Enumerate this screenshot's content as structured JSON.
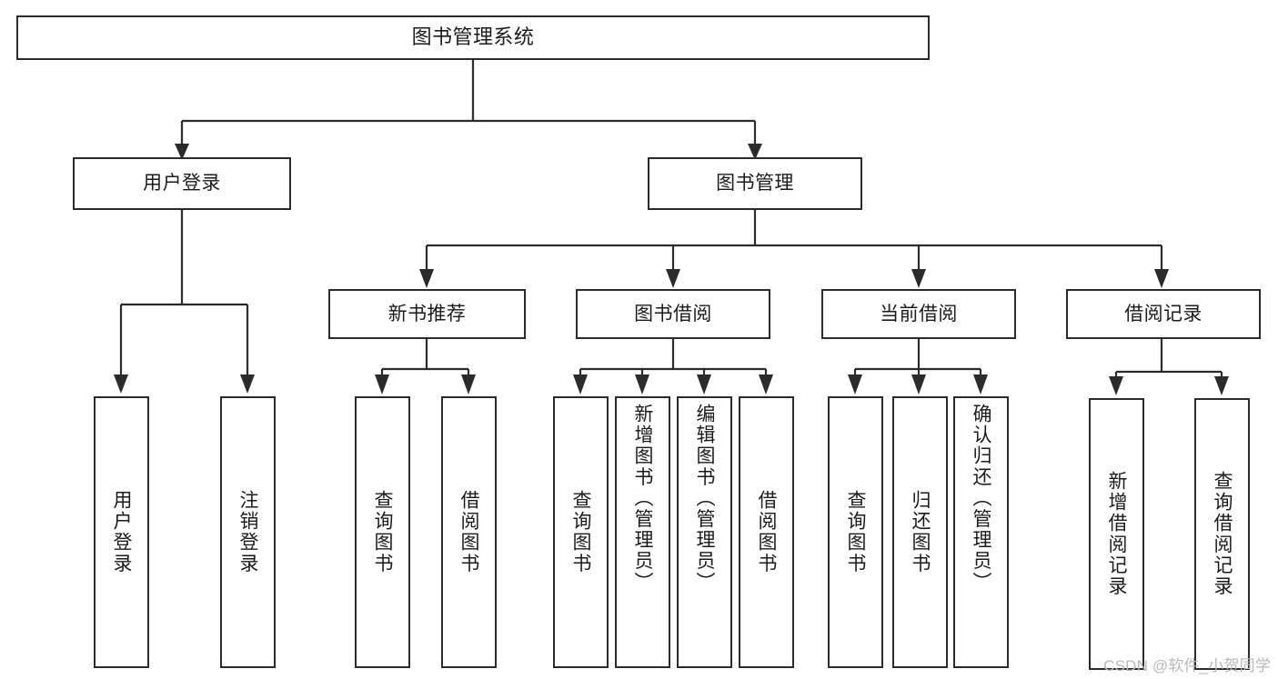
{
  "diagram": {
    "title": "图书管理系统",
    "type": "功能结构图",
    "watermark": "CSDN @软件_小贺同学",
    "colors": {
      "stroke": "#2b2b2b",
      "box_fill": "#ffffff",
      "text": "#1b1b1b",
      "background": "#ffffff",
      "watermark": "#b9b9b9"
    }
  },
  "nodes": {
    "root": {
      "label": "图书管理系统"
    },
    "level2": [
      {
        "id": "user-login",
        "label": "用户登录"
      },
      {
        "id": "book-manage",
        "label": "图书管理"
      }
    ],
    "level3": [
      {
        "id": "new-book-rec",
        "label": "新书推荐"
      },
      {
        "id": "book-borrow",
        "label": "图书借阅"
      },
      {
        "id": "current-borrow",
        "label": "当前借阅"
      },
      {
        "id": "borrow-record",
        "label": "借阅记录"
      }
    ],
    "leaves": {
      "user_login": [
        {
          "id": "leaf-user-login",
          "label": "用户登录"
        },
        {
          "id": "leaf-logout",
          "label": "注销登录"
        }
      ],
      "new_book_rec": [
        {
          "id": "leaf-query-book-1",
          "label": "查询图书"
        },
        {
          "id": "leaf-borrow-book-1",
          "label": "借阅图书"
        }
      ],
      "book_borrow": [
        {
          "id": "leaf-query-book-2",
          "label": "查询图书"
        },
        {
          "id": "leaf-add-book",
          "label": "新增图书（管理员）"
        },
        {
          "id": "leaf-edit-book",
          "label": "编辑图书（管理员）"
        },
        {
          "id": "leaf-borrow-book-2",
          "label": "借阅图书"
        }
      ],
      "current_borrow": [
        {
          "id": "leaf-query-book-3",
          "label": "查询图书"
        },
        {
          "id": "leaf-return-book",
          "label": "归还图书"
        },
        {
          "id": "leaf-confirm-return",
          "label": "确认归还（管理员）"
        }
      ],
      "borrow_record": [
        {
          "id": "leaf-add-record",
          "label": "新增借阅记录"
        },
        {
          "id": "leaf-query-record",
          "label": "查询借阅记录"
        }
      ]
    }
  }
}
